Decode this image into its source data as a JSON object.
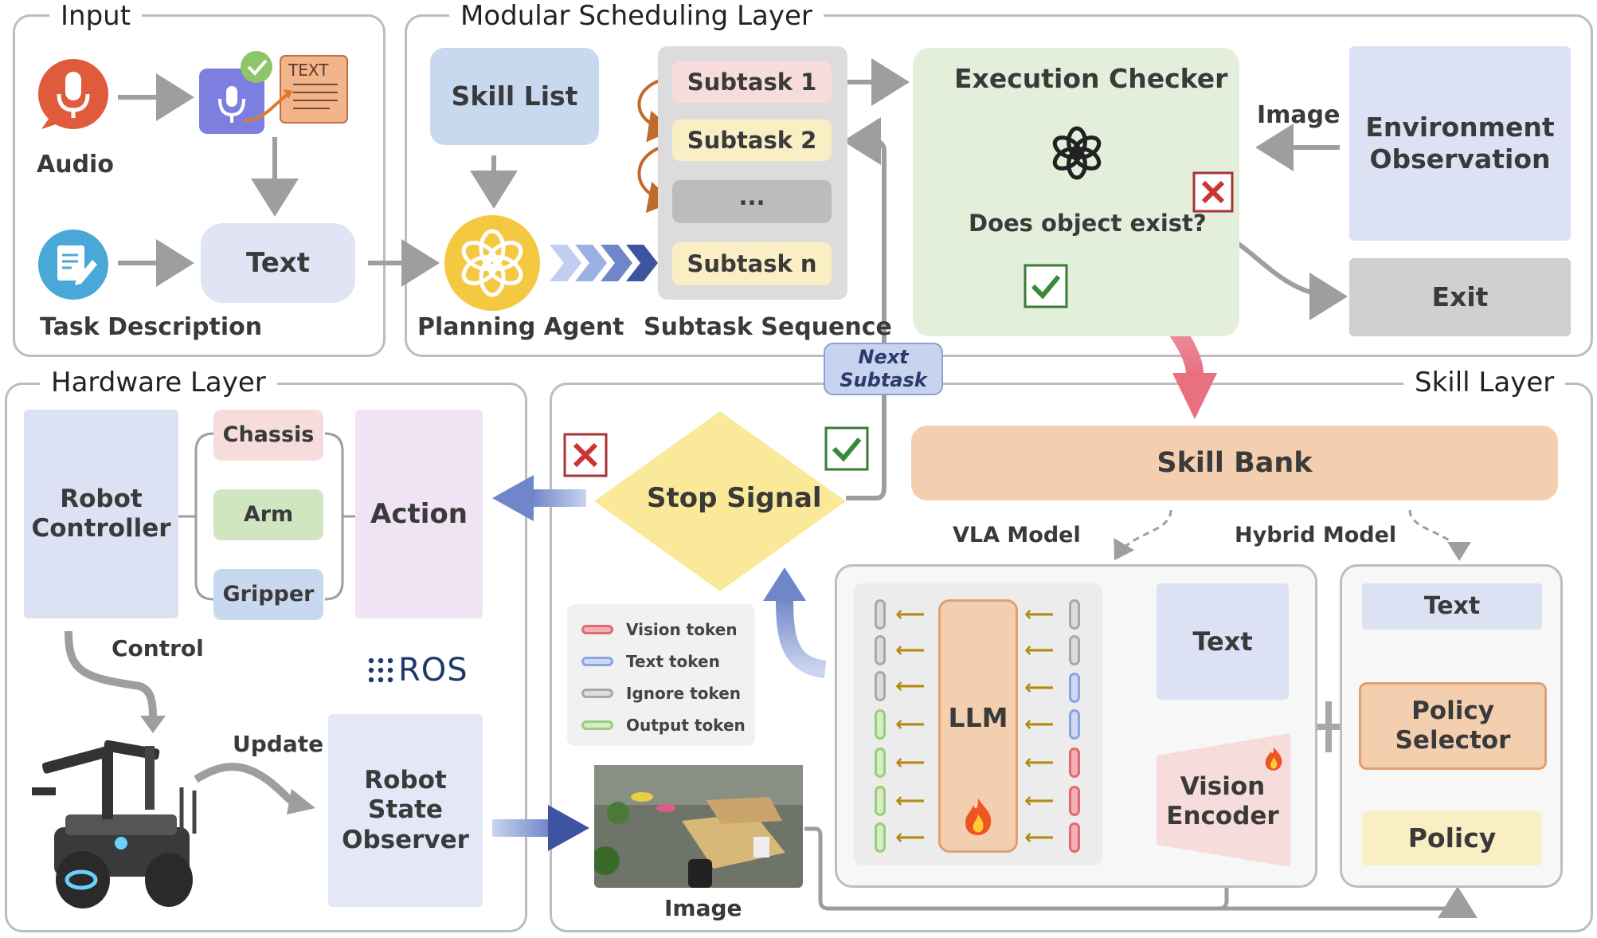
{
  "panels": {
    "input": "Input",
    "scheduling": "Modular Scheduling Layer",
    "hardware": "Hardware Layer",
    "skill": "Skill Layer"
  },
  "input": {
    "audio_label": "Audio",
    "text_icon_label": "TEXT",
    "text_box": "Text",
    "task_label": "Task Description"
  },
  "scheduling": {
    "skill_list": "Skill List",
    "planning_agent": "Planning Agent",
    "subtasks": [
      "Subtask 1",
      "Subtask 2",
      "...",
      "Subtask n"
    ],
    "subtask_sequence": "Subtask Sequence",
    "checker_title": "Execution Checker",
    "checker_question": "Does object exist?",
    "image_label": "Image",
    "env_obs": "Environment Observation",
    "exit": "Exit"
  },
  "next_subtask": "Next Subtask",
  "hardware": {
    "robot_controller": "Robot Controller",
    "chassis": "Chassis",
    "arm": "Arm",
    "gripper": "Gripper",
    "action": "Action",
    "control": "Control",
    "ros": "ROS",
    "update": "Update",
    "state_observer": "Robot State Observer"
  },
  "skill": {
    "stop_signal": "Stop Signal",
    "skill_bank": "Skill Bank",
    "vla_model": "VLA Model",
    "hybrid_model": "Hybrid Model",
    "legend": [
      "Vision token",
      "Text token",
      "Ignore token",
      "Output token"
    ],
    "image_caption": "Image",
    "llm": "LLM",
    "text": "Text",
    "vision_encoder": "Vision Encoder",
    "hybrid_text": "Text",
    "policy_selector": "Policy Selector",
    "policy": "Policy"
  },
  "colors": {
    "vision_token": "#e06a72",
    "text_token": "#8aa6e0",
    "ignore_token": "#a8a8a8",
    "output_token": "#9ccc7c"
  }
}
